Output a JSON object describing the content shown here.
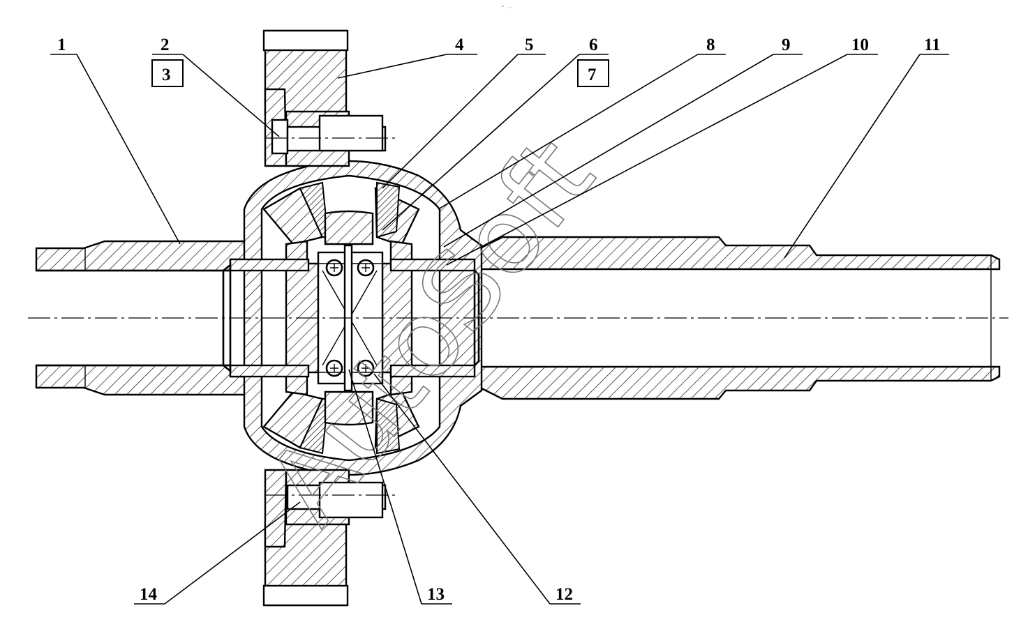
{
  "diagram": {
    "watermark": "AutoSoft",
    "top_mark": "° ···",
    "callouts": [
      {
        "id": "c1",
        "label": "1",
        "boxed": false
      },
      {
        "id": "c2",
        "label": "2",
        "boxed": false
      },
      {
        "id": "c3",
        "label": "3",
        "boxed": true
      },
      {
        "id": "c4",
        "label": "4",
        "boxed": false
      },
      {
        "id": "c5",
        "label": "5",
        "boxed": false
      },
      {
        "id": "c6",
        "label": "6",
        "boxed": false
      },
      {
        "id": "c7",
        "label": "7",
        "boxed": true
      },
      {
        "id": "c8",
        "label": "8",
        "boxed": false
      },
      {
        "id": "c9",
        "label": "9",
        "boxed": false
      },
      {
        "id": "c10",
        "label": "10",
        "boxed": false
      },
      {
        "id": "c11",
        "label": "11",
        "boxed": false
      },
      {
        "id": "c12",
        "label": "12",
        "boxed": false
      },
      {
        "id": "c13",
        "label": "13",
        "boxed": false
      },
      {
        "id": "c14",
        "label": "14",
        "boxed": false
      }
    ]
  }
}
